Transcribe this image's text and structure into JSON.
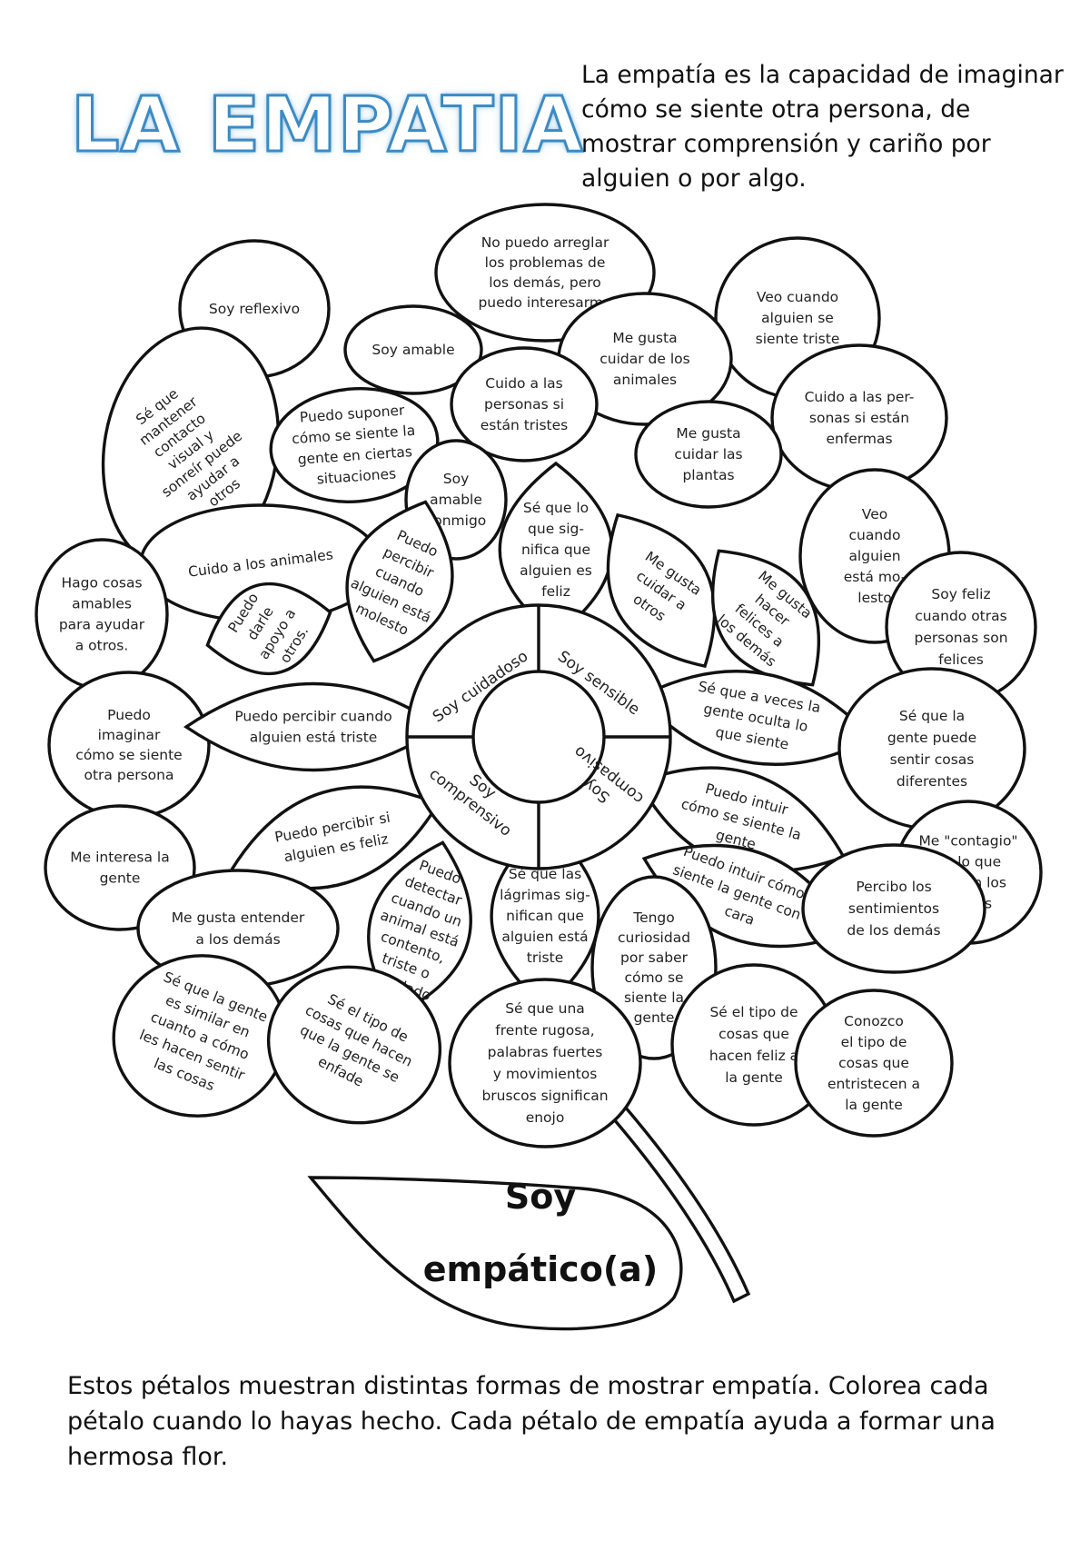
{
  "title": "LA EMPATIA",
  "definition": "La empatía es la capacidad de imaginar cómo se siente otra persona, de mostrar comprensión y cariño por alguien o por algo.",
  "footer_text": "Estos pétalos muestran distintas formas de mostrar empatía. Colorea cada pétalo cuando lo hayas hecho. Cada pétalo de empatía ayuda a formar una hermosa flor.",
  "leaf_label": [
    "Soy",
    "empático(a)"
  ],
  "center_labels": [
    "Soy cuidadoso",
    "Soy sensible",
    "Soy comprensivo",
    "Soy compasivo"
  ],
  "petals": [
    {
      "id": "soy-reflexivo",
      "lines": [
        "Soy reflexivo"
      ]
    },
    {
      "id": "no-puedo-arreglar",
      "lines": [
        "No puedo arreglar",
        "los problemas de",
        "los demás, pero",
        "puedo interesarme"
      ]
    },
    {
      "id": "veo-triste",
      "lines": [
        "Veo cuando",
        "alguien se",
        "siente triste"
      ]
    },
    {
      "id": "soy-amable",
      "lines": [
        "Soy amable"
      ]
    },
    {
      "id": "cuidar-animales",
      "lines": [
        "Me gusta",
        "cuidar de los",
        "animales"
      ]
    },
    {
      "id": "se-contacto-visual",
      "lines": [
        "Sé que",
        "mantener",
        "contacto",
        "visual y",
        "sonreír puede",
        "ayudar a",
        "otros"
      ]
    },
    {
      "id": "cuido-personas-tristes",
      "lines": [
        "Cuido a las",
        "personas si",
        "están tristes"
      ]
    },
    {
      "id": "cuido-personas-enfermas",
      "lines": [
        "Cuido a las per-",
        "sonas si están",
        "enfermas"
      ]
    },
    {
      "id": "puedo-suponer",
      "lines": [
        "Puedo suponer",
        "cómo se siente la",
        "gente en ciertas",
        "situaciones"
      ]
    },
    {
      "id": "cuidar-plantas",
      "lines": [
        "Me gusta",
        "cuidar las",
        "plantas"
      ]
    },
    {
      "id": "soy-amable-conmigo",
      "lines": [
        "Soy",
        "amable",
        "conmigo"
      ]
    },
    {
      "id": "se-feliz",
      "lines": [
        "Sé que lo",
        "que sig-",
        "nifica que",
        "alguien es",
        "feliz"
      ]
    },
    {
      "id": "veo-molesto",
      "lines": [
        "Veo",
        "cuando",
        "alguien",
        "está mo-",
        "lesto"
      ]
    },
    {
      "id": "cuido-animales",
      "lines": [
        "Cuido a los animales"
      ]
    },
    {
      "id": "percibir-molesto",
      "lines": [
        "Puedo",
        "percibir",
        "cuando",
        "alguien está",
        "molesto"
      ]
    },
    {
      "id": "cuidar-otros",
      "lines": [
        "Me gusta",
        "cuidar a",
        "otros"
      ]
    },
    {
      "id": "hacer-felices",
      "lines": [
        "Me gusta",
        "hacer",
        "felices a",
        "los demás"
      ]
    },
    {
      "id": "hago-cosas-amables",
      "lines": [
        "Hago cosas",
        "amables",
        "para ayudar",
        "a otros."
      ]
    },
    {
      "id": "darle-apoyo",
      "lines": [
        "Puedo",
        "darle",
        "apoyo a",
        "otros."
      ]
    },
    {
      "id": "soy-feliz-otras",
      "lines": [
        "Soy feliz",
        "cuando otras",
        "personas son",
        "felices"
      ]
    },
    {
      "id": "imaginar-otra-persona",
      "lines": [
        "Puedo",
        "imaginar",
        "cómo se siente",
        "otra persona"
      ]
    },
    {
      "id": "percibir-triste",
      "lines": [
        "Puedo percibir cuando",
        "alguien está triste"
      ]
    },
    {
      "id": "oculta-siente",
      "lines": [
        "Sé que a veces la",
        "gente oculta lo",
        "que siente"
      ]
    },
    {
      "id": "sentir-cosas-diferentes",
      "lines": [
        "Sé que la",
        "gente puede",
        "sentir cosas",
        "diferentes"
      ]
    },
    {
      "id": "me-interesa",
      "lines": [
        "Me interesa la",
        "gente"
      ]
    },
    {
      "id": "percibir-feliz",
      "lines": [
        "Puedo percibir si",
        "alguien es feliz"
      ]
    },
    {
      "id": "intuir-siente",
      "lines": [
        "Puedo intuir",
        "cómo se siente la",
        "gente"
      ]
    },
    {
      "id": "contagio",
      "lines": [
        "Me \"contagio\"",
        "de lo que",
        "sienten los",
        "demás"
      ]
    },
    {
      "id": "entender-demas",
      "lines": [
        "Me gusta entender",
        "a los demás"
      ]
    },
    {
      "id": "detectar-animal",
      "lines": [
        "Puedo",
        "detectar",
        "cuando un",
        "animal está",
        "contento,",
        "triste o",
        "enfadado"
      ]
    },
    {
      "id": "lagrimas",
      "lines": [
        "Sé que las",
        "lágrimas sig-",
        "nifican que",
        "alguien está",
        "triste"
      ]
    },
    {
      "id": "intuir-cara",
      "lines": [
        "Puedo intuir cómo se",
        "siente la gente con su",
        "cara"
      ]
    },
    {
      "id": "percibo-sentimientos",
      "lines": [
        "Percibo los",
        "sentimientos",
        "de los demás"
      ]
    },
    {
      "id": "gente-similar",
      "lines": [
        "Sé que la gente",
        "es similar en",
        "cuanto a cómo",
        "les hacen sentir",
        "las cosas"
      ]
    },
    {
      "id": "tengo-curiosidad",
      "lines": [
        "Tengo",
        "curiosidad",
        "por saber",
        "cómo se",
        "siente la",
        "gente"
      ]
    },
    {
      "id": "cosas-enfade",
      "lines": [
        "Sé el tipo de",
        "cosas que hacen",
        "que la gente se",
        "enfade"
      ]
    },
    {
      "id": "frente-rugosa",
      "lines": [
        "Sé que una",
        "frente rugosa,",
        "palabras fuertes",
        "y movimientos",
        "bruscos significan",
        "enojo"
      ]
    },
    {
      "id": "cosas-feliz",
      "lines": [
        "Sé el tipo de",
        "cosas que",
        "hacen feliz a",
        "la gente"
      ]
    },
    {
      "id": "cosas-entristecen",
      "lines": [
        "Conozco",
        "el tipo de",
        "cosas que",
        "entristecen a",
        "la gente"
      ]
    }
  ]
}
